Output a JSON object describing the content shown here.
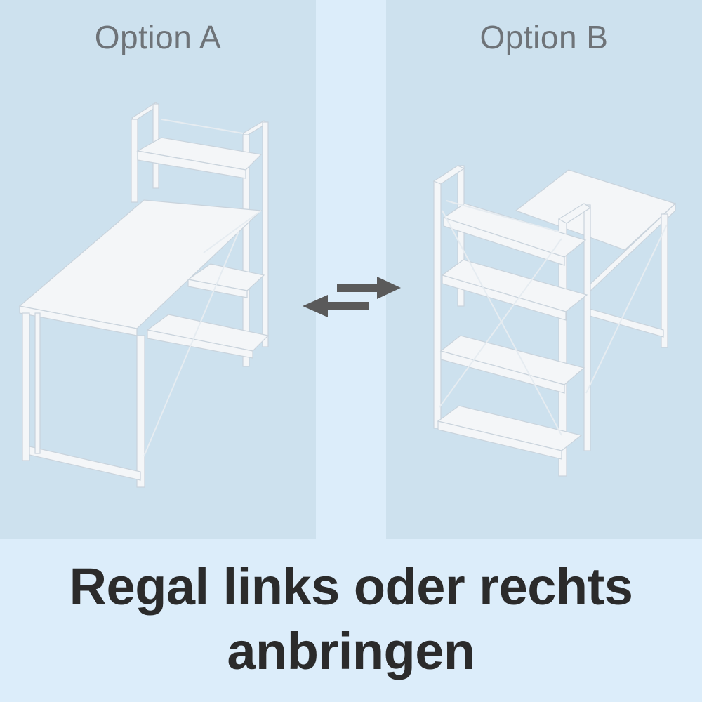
{
  "options": {
    "a_label": "Option A",
    "b_label": "Option B"
  },
  "caption": {
    "line1": "Regal links oder rechts",
    "line2": "anbringen"
  },
  "icons": {
    "swap": "swap-arrows-icon"
  },
  "colors": {
    "page_background": "#dcedfa",
    "panel_background": "#cde1ee",
    "option_label": "#6e7378",
    "caption_text": "#2b2b2b",
    "arrow": "#5a5a5a",
    "furniture_white": "#f4f6f8"
  }
}
